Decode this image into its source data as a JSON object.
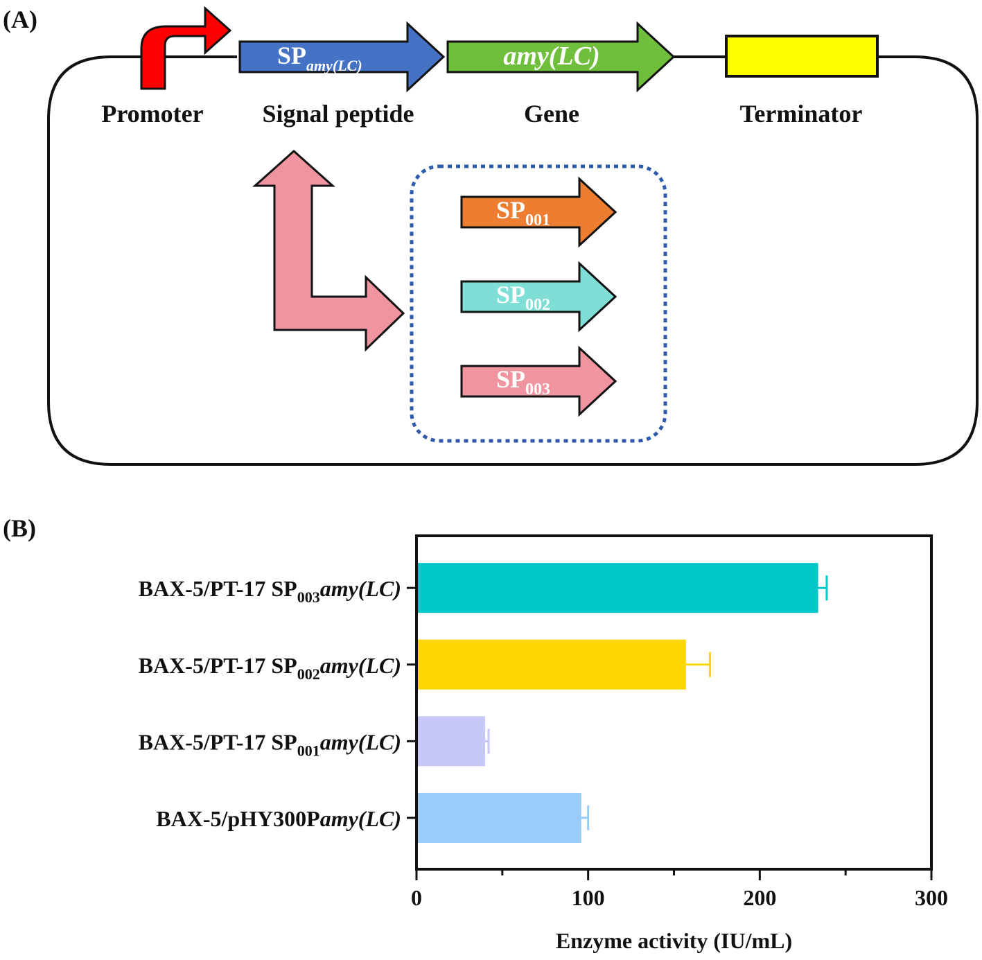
{
  "panel_a": {
    "label": "(A)",
    "elements": {
      "promoter": "Promoter",
      "signal_peptide": "Signal peptide",
      "gene": "Gene",
      "terminator": "Terminator"
    },
    "construct": {
      "sp_main": "SP",
      "sp_main_sub": "amy(LC)",
      "gene_name": "amy(LC)"
    },
    "replacements": [
      {
        "text": "SP",
        "sub": "001",
        "color": "#ed7d31"
      },
      {
        "text": "SP",
        "sub": "002",
        "color": "#7fded6"
      },
      {
        "text": "SP",
        "sub": "003",
        "color": "#f0949f"
      }
    ],
    "colors": {
      "promoter": "#ff0000",
      "signal_peptide": "#4472c4",
      "gene": "#6fbf3c",
      "terminator": "#ffff00",
      "swap_arrow": "#f0949f",
      "dotted_box": "#2e5aac"
    }
  },
  "panel_b": {
    "label": "(B)",
    "chart_data": {
      "type": "bar",
      "orientation": "horizontal",
      "xlabel": "Enzyme activity (IU/mL)",
      "xlim": [
        0,
        300
      ],
      "xticks": [
        0,
        100,
        200,
        300
      ],
      "categories": [
        {
          "prefix": "BAX-5/PT-17 SP",
          "sub": "003",
          "gene": "amy(LC)"
        },
        {
          "prefix": "BAX-5/PT-17 SP",
          "sub": "002",
          "gene": "amy(LC)"
        },
        {
          "prefix": "BAX-5/PT-17 SP",
          "sub": "001",
          "gene": "amy(LC)"
        },
        {
          "prefix": "BAX-5/pHY300P",
          "sub": "",
          "gene": "amy(LC)"
        }
      ],
      "values": [
        234,
        157,
        40,
        96
      ],
      "errors": [
        5,
        14,
        2,
        4
      ],
      "colors": [
        "#00c8c8",
        "#ffd700",
        "#c8c8f8",
        "#99ccf8"
      ],
      "grid": false
    }
  }
}
